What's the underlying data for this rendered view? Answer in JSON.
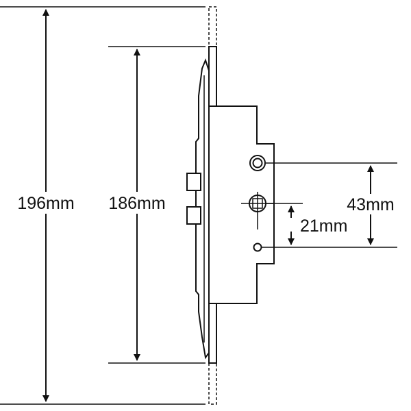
{
  "dimensions": {
    "overall_height": "196mm",
    "faceplate_height": "186mm",
    "spindle_to_cylinder": "43mm",
    "spindle_to_lower_hole": "21mm"
  },
  "colors": {
    "line": "#111111",
    "background": "#ffffff"
  }
}
